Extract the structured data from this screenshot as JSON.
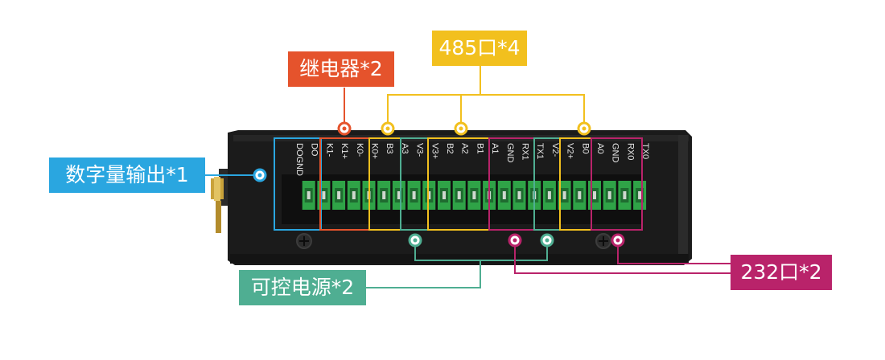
{
  "callouts": {
    "rs485": "485口*4",
    "relay": "继电器*2",
    "digital_out": "数字量输出*1",
    "power": "可控电源*2",
    "rs232": "232口*2"
  },
  "terminal_labels": [
    "DOGND",
    "DO",
    "K1-",
    "K1+",
    "K0-",
    "K0+",
    "B3",
    "A3",
    "V3-",
    "V3+",
    "B2",
    "A2",
    "B1",
    "A1",
    "GND",
    "RX1",
    "TX1",
    "V2-",
    "V2+",
    "B0",
    "A0",
    "GND",
    "RX0",
    "TX0"
  ],
  "colors": {
    "rs485": "#f2c01e",
    "relay": "#e5532c",
    "digital_out": "#2aa6e0",
    "power": "#4fae92",
    "rs232": "#b9236a",
    "device_body": "#1b1b1b",
    "terminal": "#2fa347"
  }
}
